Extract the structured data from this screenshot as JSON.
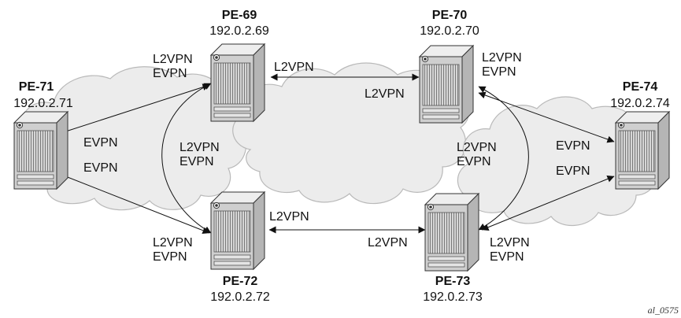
{
  "routers": [
    {
      "name": "PE-69",
      "ip": "192.0.2.69"
    },
    {
      "name": "PE-70",
      "ip": "192.0.2.70"
    },
    {
      "name": "PE-71",
      "ip": "192.0.2.71"
    },
    {
      "name": "PE-72",
      "ip": "192.0.2.72"
    },
    {
      "name": "PE-73",
      "ip": "192.0.2.73"
    },
    {
      "name": "PE-74",
      "ip": "192.0.2.74"
    }
  ],
  "labels": {
    "pe69_l2vpn": "L2VPN",
    "pe69_evpn": "EVPN",
    "link_69_70": "L2VPN",
    "pe70_l2vpn_a": "L2VPN",
    "pe70_l2vpn_b": "L2VPN",
    "pe70_evpn": "EVPN",
    "pe71_evpn_a": "EVPN",
    "pe71_evpn_b": "EVPN",
    "left_arc_l2vpn": "L2VPN",
    "left_arc_evpn": "EVPN",
    "right_arc_l2vpn": "L2VPN",
    "right_arc_evpn": "EVPN",
    "pe74_evpn_a": "EVPN",
    "pe74_evpn_b": "EVPN",
    "link_72_73": "L2VPN",
    "pe72_l2vpn": "L2VPN",
    "pe72_evpn": "EVPN",
    "pe73_l2vpn_a": "L2VPN",
    "pe73_l2vpn_b": "L2VPN",
    "pe73_evpn": "EVPN"
  },
  "figure_id": "al_0575",
  "colors": {
    "cloud": "#ececec",
    "cloud_stroke": "#b9b9b9",
    "router_body": "#cfcfcf",
    "line": "#111111"
  }
}
